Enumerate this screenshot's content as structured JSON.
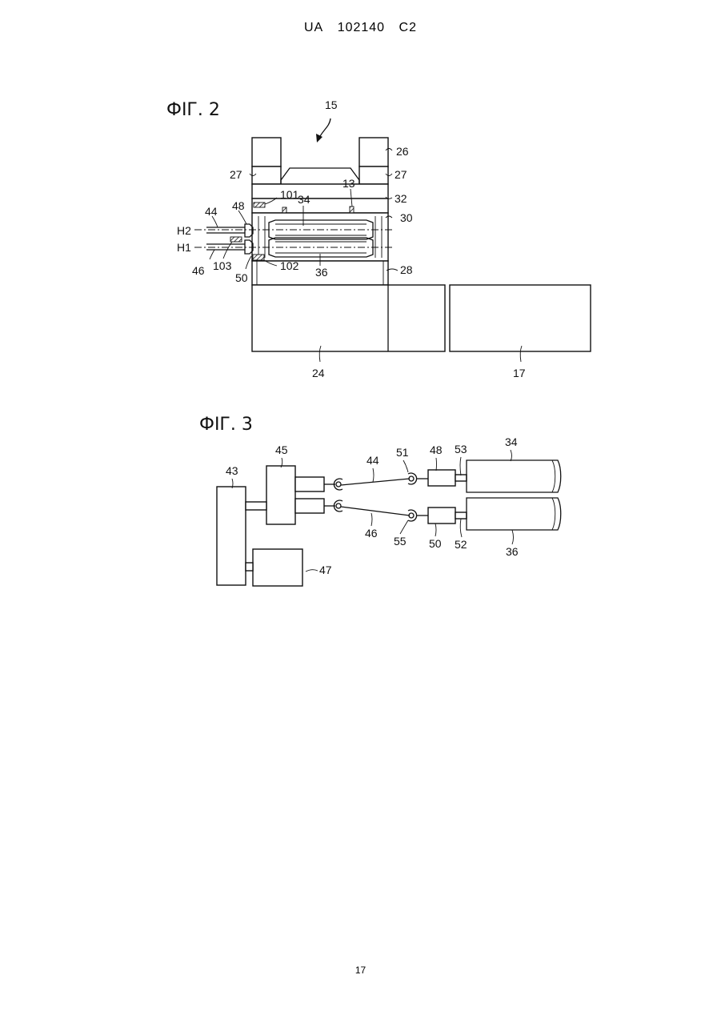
{
  "header": {
    "country": "UA",
    "number": "102140",
    "kind": "C2"
  },
  "page_number": "17",
  "fig2": {
    "title": "ФІГ. 2",
    "labels": {
      "l15": "15",
      "l26": "26",
      "l27a": "27",
      "l27b": "27",
      "l101": "101",
      "l13": "13",
      "l32": "32",
      "l34": "34",
      "l48": "48",
      "l44": "44",
      "l30": "30",
      "lH2": "H2",
      "lH1": "H1",
      "l103": "103",
      "l46": "46",
      "l50": "50",
      "l102": "102",
      "l36": "36",
      "l28": "28",
      "l24": "24",
      "l17": "17"
    }
  },
  "fig3": {
    "title": "ФІГ. 3",
    "labels": {
      "l43": "43",
      "l45": "45",
      "l44": "44",
      "l51": "51",
      "l48": "48",
      "l53": "53",
      "l34": "34",
      "l46": "46",
      "l55": "55",
      "l50": "50",
      "l52": "52",
      "l36": "36",
      "l47": "47"
    }
  }
}
